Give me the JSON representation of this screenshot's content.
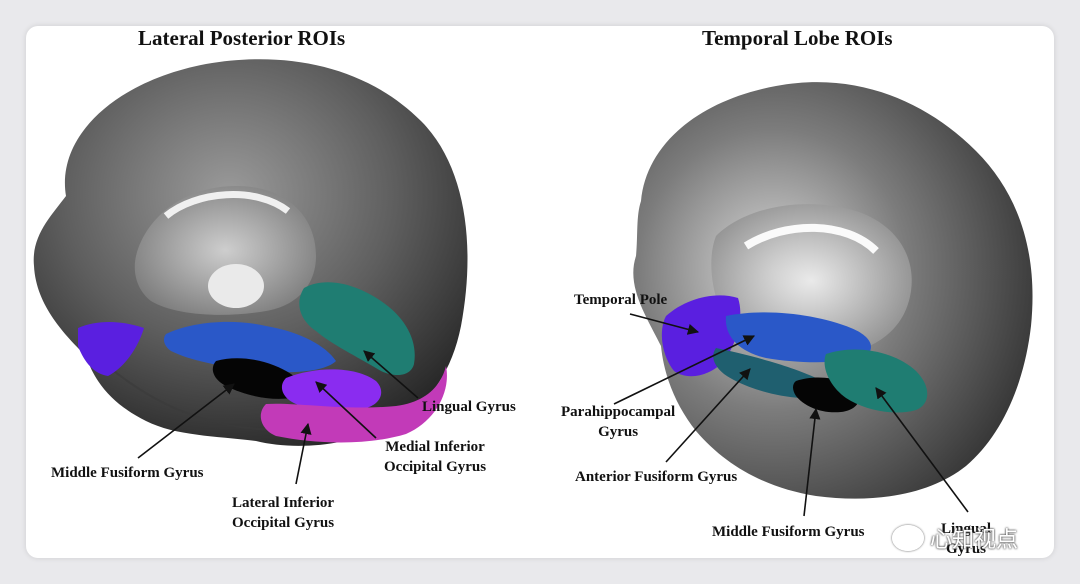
{
  "panels": {
    "left": {
      "title": "Lateral Posterior ROIs",
      "labels": {
        "lingual": "Lingual Gyrus",
        "medial_inferior_occipital": [
          "Medial Inferior",
          "Occipital Gyrus"
        ],
        "middle_fusiform": "Middle Fusiform Gyrus",
        "lateral_inferior_occipital": [
          "Lateral Inferior",
          "Occipital Gyrus"
        ]
      }
    },
    "right": {
      "title": "Temporal Lobe ROIs",
      "labels": {
        "temporal_pole": "Temporal Pole",
        "parahippocampal": [
          "Parahippocampal",
          "Gyrus"
        ],
        "anterior_fusiform": "Anterior Fusiform Gyrus",
        "middle_fusiform": "Middle Fusiform Gyrus",
        "lingual": [
          "Lingual",
          "Gyrus"
        ]
      }
    }
  },
  "roi_colors": {
    "lingual": "#1f7d72",
    "parahippocampal": "#2a58c8",
    "middle_fusiform": "#050505",
    "anterior_fusiform": "#1f5f6f",
    "temporal_pole": "#5a1fe0",
    "lateral_inferior_occipital": "#c23ab8",
    "medial_inferior_occipital": "#8a2cf0"
  },
  "watermark": {
    "text": "心知视点",
    "icon": "wechat-bubble-icon"
  }
}
